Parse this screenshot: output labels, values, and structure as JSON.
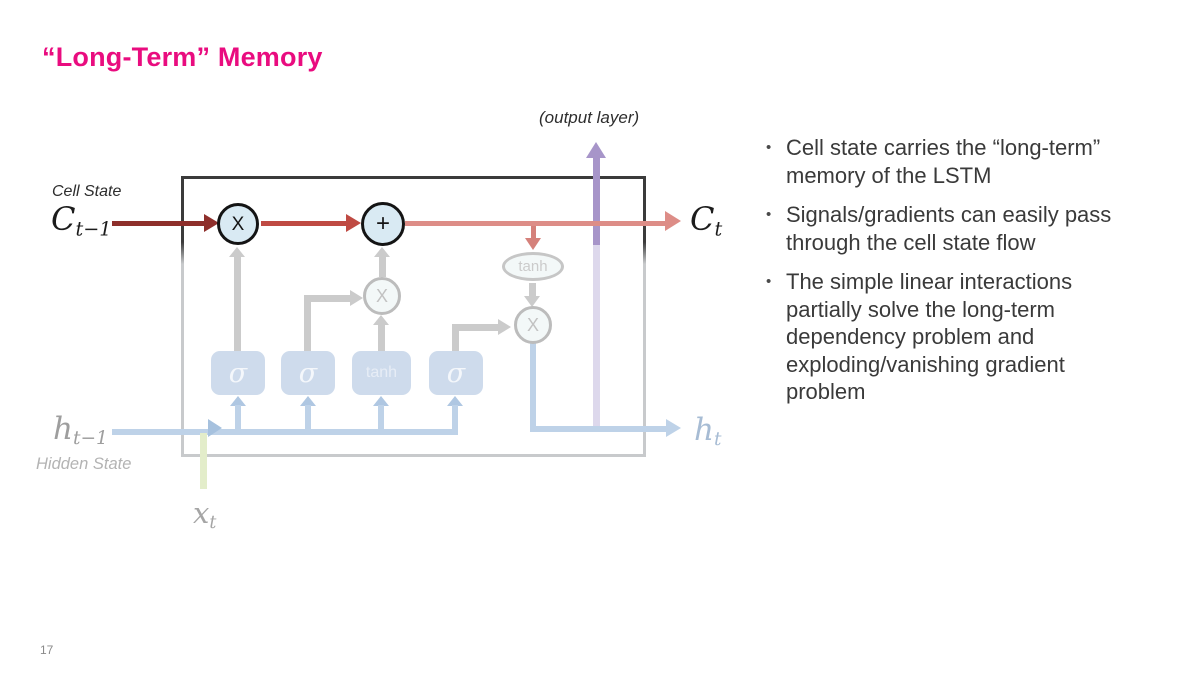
{
  "slide": {
    "title": "“Long-Term” Memory",
    "page_number": "17",
    "bullet_marker": "•"
  },
  "bullets": [
    {
      "text": "Cell state carries the “long-term” memory of the LSTM"
    },
    {
      "text": "Signals/gradients can easily pass through the cell state flow"
    },
    {
      "text": "The simple linear interactions partially solve the long-term dependency problem and exploding/vanishing gradient problem"
    }
  ],
  "diagram": {
    "output_layer_label": "(output layer)",
    "cell_state": {
      "label": "Cell State",
      "input_var": "C",
      "input_sub": "t−1",
      "output_var": "C",
      "output_sub": "t"
    },
    "hidden_state": {
      "label": "Hidden State",
      "input_var": "h",
      "input_sub": "t−1",
      "output_var": "h",
      "output_sub": "t"
    },
    "input": {
      "var": "x",
      "sub": "t"
    },
    "ops": {
      "multiply_forget": "X",
      "add": "+",
      "multiply_input": "X",
      "multiply_output": "X",
      "tanh_node": "tanh"
    },
    "gates": [
      {
        "label": "σ"
      },
      {
        "label": "σ"
      },
      {
        "label": "tanh"
      },
      {
        "label": "σ"
      }
    ],
    "colors": {
      "title_accent": "#e90c7f",
      "cell_state_dark_red": "#8e2f2b",
      "cell_state_mid_red": "#bf4a43",
      "cell_state_light_red": "#dd8d87",
      "hidden_state_blue": "#bed2e8",
      "gate_fill_blue": "#cedbec",
      "output_layer_purple": "#a795c9",
      "input_green": "#e3edca",
      "faded_gray": "#cbcbcb"
    }
  }
}
